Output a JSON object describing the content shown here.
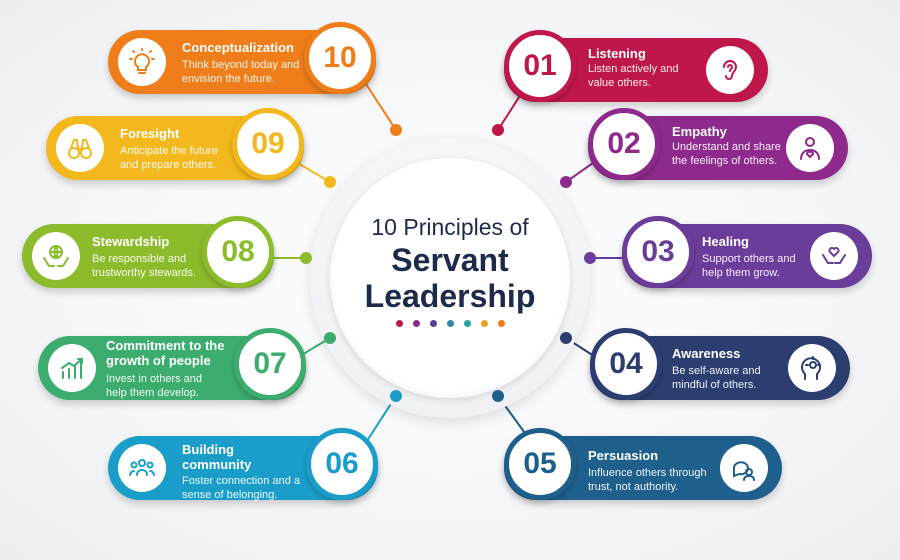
{
  "center": {
    "line1": "10 Principles of",
    "line2": "Servant",
    "line3": "Leadership",
    "dot_colors": [
      "#c0174a",
      "#8e2a8c",
      "#5b3f9c",
      "#2f8aa8",
      "#21a6a0",
      "#e8a021",
      "#ef7a1a"
    ]
  },
  "principles": [
    {
      "number": "01",
      "title": "Listening",
      "desc": "Listen actively and value others.",
      "color": "#c0174a",
      "icon": "ear-icon"
    },
    {
      "number": "02",
      "title": "Empathy",
      "desc": "Understand and share the feelings of others.",
      "color": "#8e2a8c",
      "icon": "person-heart-icon"
    },
    {
      "number": "03",
      "title": "Healing",
      "desc": "Support others and help them grow.",
      "color": "#6a3d9a",
      "icon": "hands-heart-icon"
    },
    {
      "number": "04",
      "title": "Awareness",
      "desc": "Be self-aware and mindful of others.",
      "color": "#2c3e70",
      "icon": "head-lightbulb-icon"
    },
    {
      "number": "05",
      "title": "Persuasion",
      "desc": "Influence others through trust, not authority.",
      "color": "#1f5f8b",
      "icon": "conversation-icon"
    },
    {
      "number": "06",
      "title": "Building community",
      "desc": "Foster connection and a sense of belonging.",
      "color": "#1a9ec9",
      "icon": "group-icon"
    },
    {
      "number": "07",
      "title": "Commitment to the growth of people",
      "desc": "Invest in others and help them develop.",
      "color": "#3cad6e",
      "icon": "growth-chart-icon"
    },
    {
      "number": "08",
      "title": "Stewardship",
      "desc": "Be responsible and trustworthy stewards.",
      "color": "#8cbc2c",
      "icon": "globe-hands-icon"
    },
    {
      "number": "09",
      "title": "Foresight",
      "desc": "Anticipate the future and prepare others.",
      "color": "#f2b81d",
      "icon": "binoculars-icon"
    },
    {
      "number": "10",
      "title": "Conceptualization",
      "desc": "Think beyond today and envision the future.",
      "color": "#ef7d1a",
      "icon": "lightbulb-icon"
    }
  ]
}
